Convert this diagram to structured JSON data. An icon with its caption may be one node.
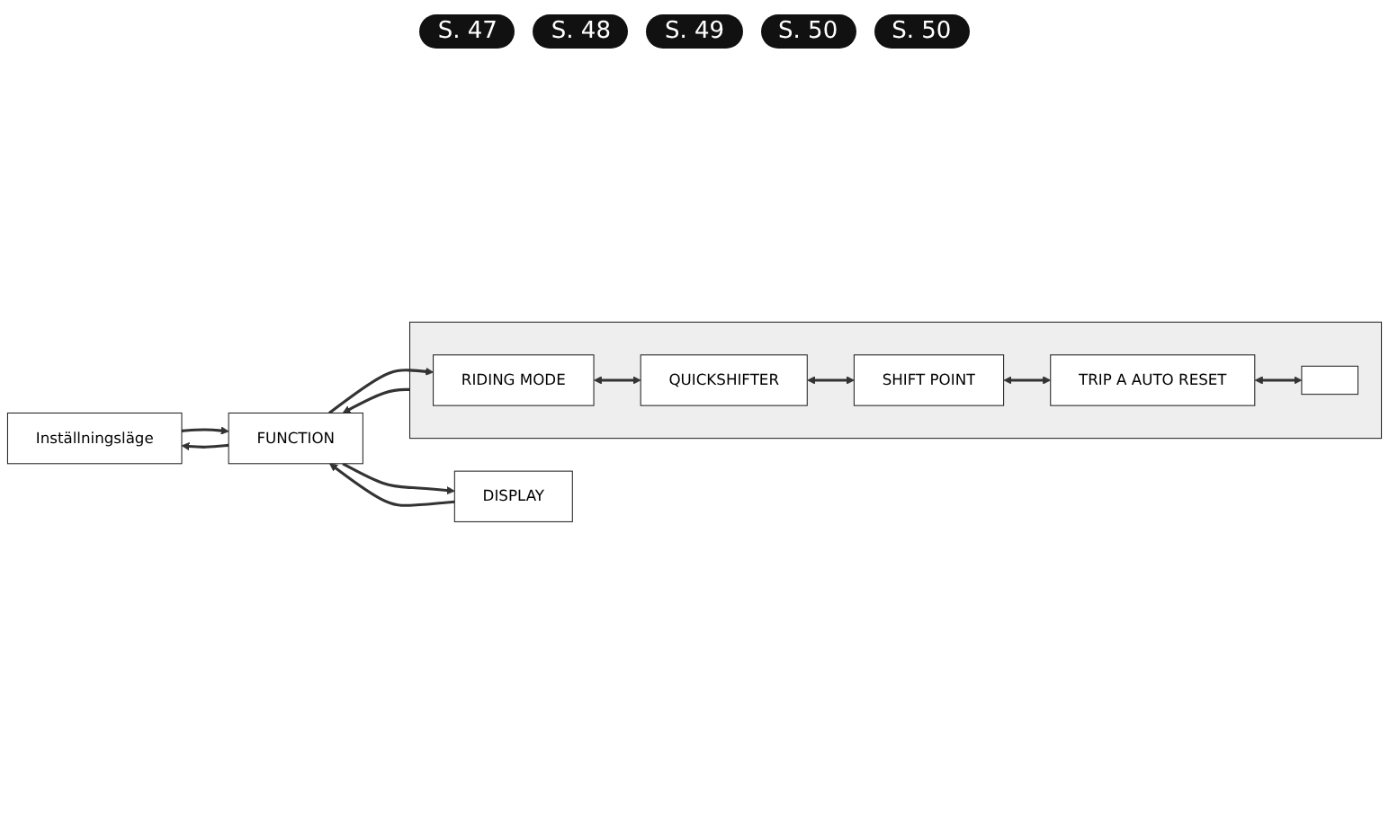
{
  "diagram": {
    "nodes": [
      {
        "text": [
          "Inställningsläge"
        ]
      },
      {
        "text": [
          "FUNCTION"
        ]
      },
      {
        "text": [],
        "shape": "box"
      },
      {
        "text": [
          "RIDING MODE"
        ],
        "in": 2
      },
      {
        "text": [
          "QUICKSHIFTER"
        ],
        "in": 2
      },
      {
        "text": [
          "SHIFT POINT"
        ],
        "in": 2
      },
      {
        "text": [
          "TRIP A AUTO RESET"
        ],
        "in": 2
      },
      {
        "text": [],
        "shape": "box",
        "in": 2
      },
      {
        "text": [
          "DISPLAY"
        ]
      }
    ],
    "edges": [
      {
        "from": 0,
        "to": 1,
        "arrow": "to"
      },
      {
        "from": 1,
        "to": 0,
        "arrow": "to"
      },
      {
        "from": 1,
        "to": 3,
        "arrow": "to"
      },
      {
        "from": 2,
        "to": 1,
        "arrow": "to"
      },
      {
        "from": 3,
        "to": 4,
        "arrow": "both"
      },
      {
        "from": 4,
        "to": 5,
        "arrow": "both"
      },
      {
        "from": 5,
        "to": 6,
        "arrow": "both"
      },
      {
        "from": 6,
        "to": 7,
        "arrow": "both"
      },
      {
        "from": 1,
        "to": 8,
        "arrow": "to"
      },
      {
        "from": 8,
        "to": 1,
        "arrow": "to"
      }
    ],
    "labels": [
      "S. 47",
      "S. 48",
      "S. 49",
      "S. 50",
      "S. 50"
    ]
  }
}
